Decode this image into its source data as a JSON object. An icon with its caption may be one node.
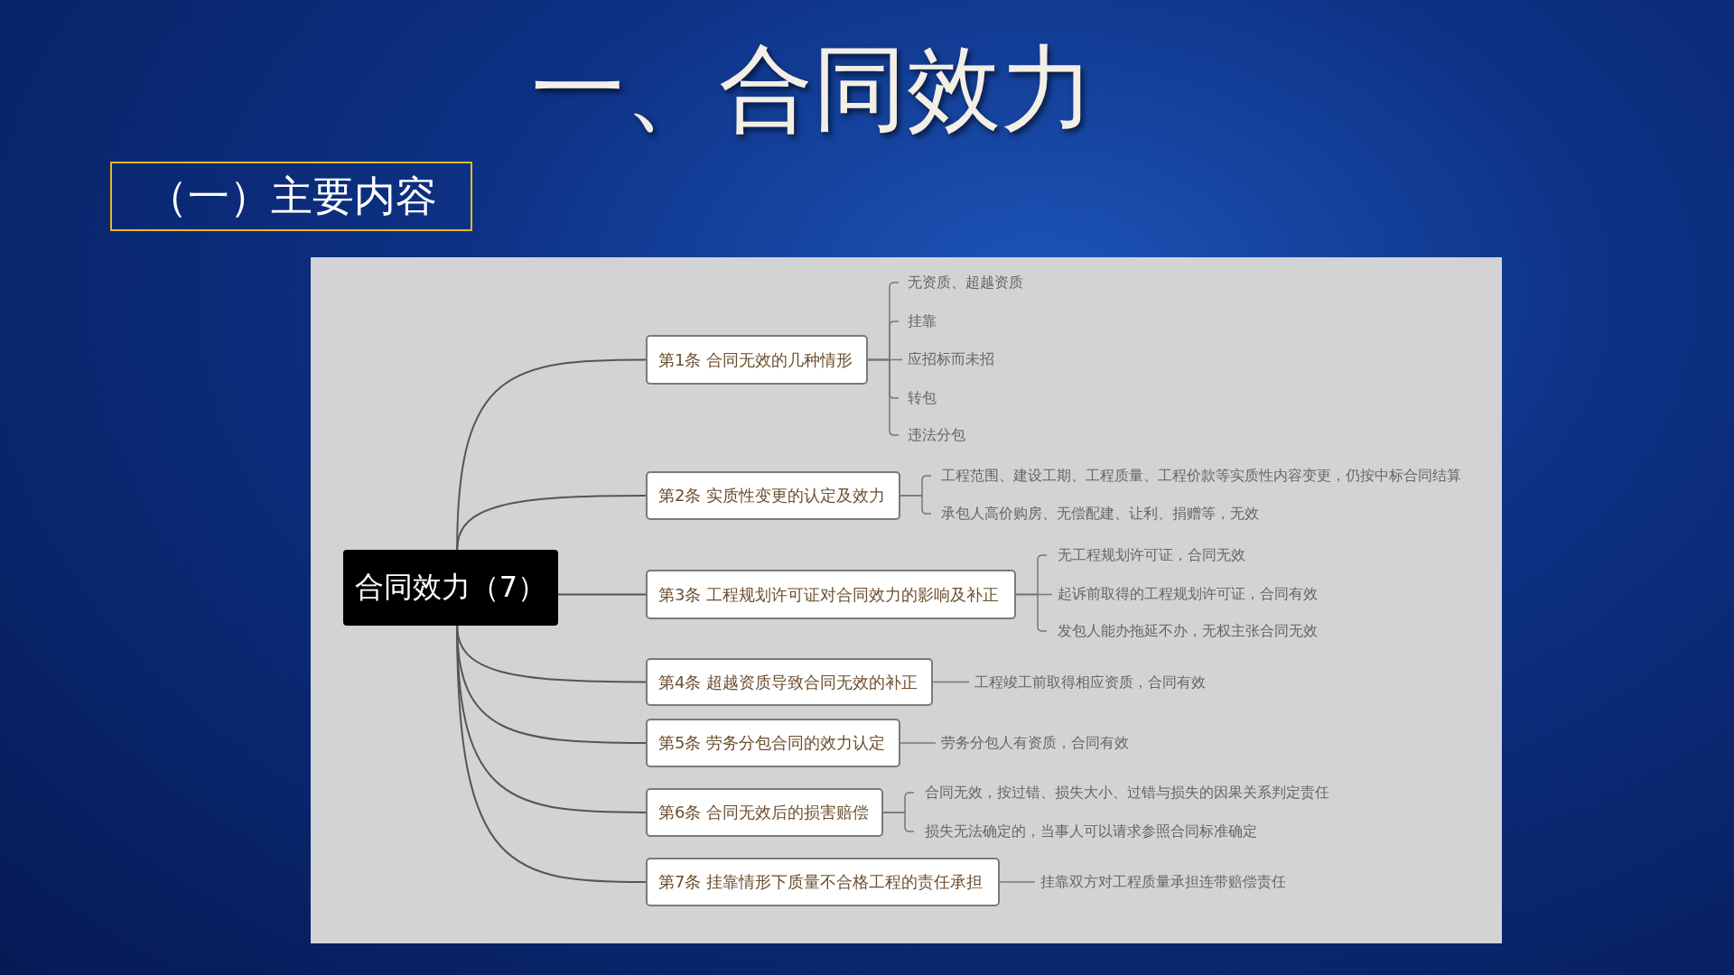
{
  "diagram": {
    "title": "一、合同效力",
    "nodes": [
      {
        "text": [
          "（一）主要内容"
        ]
      },
      {
        "text": [
          "合同效力（7）"
        ]
      },
      {
        "text": [
          "第1条 合同无效的几种情形"
        ]
      },
      {
        "text": [
          "无资质、超越资质"
        ]
      },
      {
        "text": [
          "挂靠"
        ]
      },
      {
        "text": [
          "应招标而未招"
        ]
      },
      {
        "text": [
          "转包"
        ]
      },
      {
        "text": [
          "违法分包"
        ]
      },
      {
        "text": [
          "第2条 实质性变更的认定及效力"
        ]
      },
      {
        "text": [
          "工程范围、建设工期、工程质量、工程价款等实质性内容变更，仍按中标合同结算"
        ]
      },
      {
        "text": [
          "承包人高价购房、无偿配建、让利、捐赠等，无效"
        ]
      },
      {
        "text": [
          "第3条 工程规划许可证对合同效力的影响及补正"
        ]
      },
      {
        "text": [
          "无工程规划许可证，合同无效"
        ]
      },
      {
        "text": [
          "起诉前取得的工程规划许可证，合同有效"
        ]
      },
      {
        "text": [
          "发包人能办拖延不办，无权主张合同无效"
        ]
      },
      {
        "text": [
          "第4条 超越资质导致合同无效的补正"
        ]
      },
      {
        "text": [
          "工程竣工前取得相应资质，合同有效"
        ]
      },
      {
        "text": [
          "第5条 劳务分包合同的效力认定"
        ]
      },
      {
        "text": [
          "劳务分包人有资质，合同有效"
        ]
      },
      {
        "text": [
          "第6条 合同无效后的损害赔偿"
        ]
      },
      {
        "text": [
          "合同无效，按过错、损失大小、过错与损失的因果关系判定责任"
        ]
      },
      {
        "text": [
          "损失无法确定的，当事人可以请求参照合同标准确定"
        ]
      },
      {
        "text": [
          "第7条 挂靠情形下质量不合格工程的责任承担"
        ]
      },
      {
        "text": [
          "挂靠双方对工程质量承担连带赔偿责任"
        ]
      }
    ],
    "edges": [
      {
        "from": 1,
        "to": 2,
        "arrow": "none"
      },
      {
        "from": 1,
        "to": 8,
        "arrow": "none"
      },
      {
        "from": 1,
        "to": 11,
        "arrow": "none"
      },
      {
        "from": 1,
        "to": 15,
        "arrow": "none"
      },
      {
        "from": 1,
        "to": 17,
        "arrow": "none"
      },
      {
        "from": 1,
        "to": 19,
        "arrow": "none"
      },
      {
        "from": 1,
        "to": 22,
        "arrow": "none"
      },
      {
        "from": 2,
        "to": 3,
        "arrow": "none"
      },
      {
        "from": 2,
        "to": 4,
        "arrow": "none"
      },
      {
        "from": 2,
        "to": 5,
        "arrow": "none"
      },
      {
        "from": 2,
        "to": 6,
        "arrow": "none"
      },
      {
        "from": 2,
        "to": 7,
        "arrow": "none"
      },
      {
        "from": 8,
        "to": 9,
        "arrow": "none"
      },
      {
        "from": 8,
        "to": 10,
        "arrow": "none"
      },
      {
        "from": 11,
        "to": 12,
        "arrow": "none"
      },
      {
        "from": 11,
        "to": 13,
        "arrow": "none"
      },
      {
        "from": 11,
        "to": 14,
        "arrow": "none"
      },
      {
        "from": 15,
        "to": 16,
        "arrow": "none"
      },
      {
        "from": 17,
        "to": 18,
        "arrow": "none"
      },
      {
        "from": 19,
        "to": 20,
        "arrow": "none"
      },
      {
        "from": 19,
        "to": 21,
        "arrow": "none"
      },
      {
        "from": 22,
        "to": 23,
        "arrow": "none"
      }
    ]
  }
}
